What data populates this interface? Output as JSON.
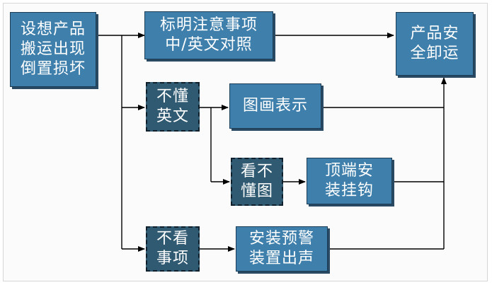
{
  "colors": {
    "box": "#3f7fab",
    "box_dark": "#2f5a72",
    "line": "#000000",
    "text": "#ffffff"
  },
  "nodes": {
    "start": "设想产品\n搬运出现\n倒置损坏",
    "label_notes": "标明注意事项\n中/英文对照",
    "result": "产品安\n全卸运",
    "no_english": "不懂\n英文",
    "picture": "图画表示",
    "no_picture": "看不\n懂图",
    "hook": "顶端安\n装挂钩",
    "no_notes": "不看\n事项",
    "alarm": "安装预警\n装置出声"
  }
}
